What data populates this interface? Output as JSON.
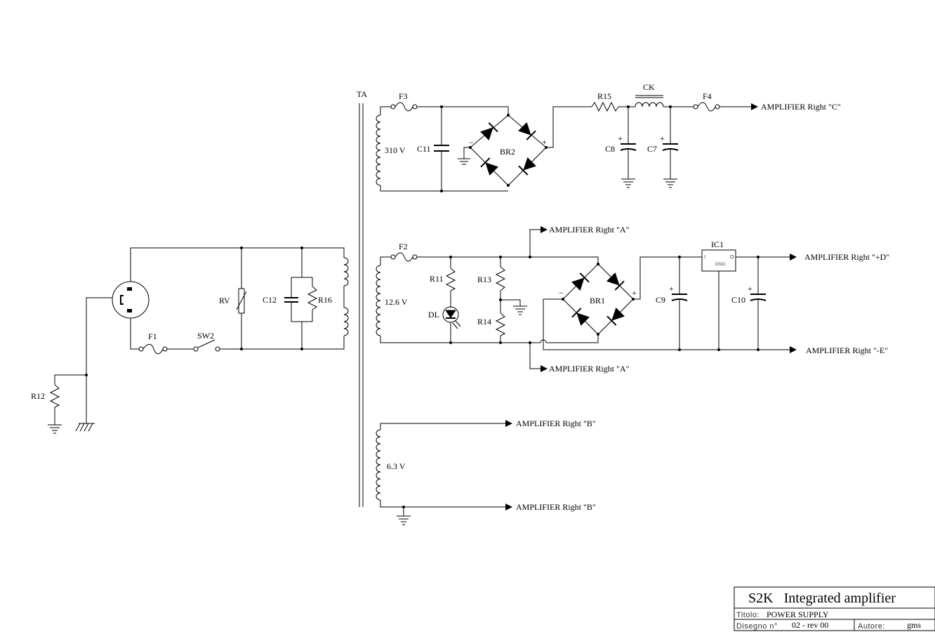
{
  "labels": {
    "TA": "TA",
    "F1": "F1",
    "F2": "F2",
    "F3": "F3",
    "F4": "F4",
    "SW2": "SW2",
    "RV": "RV",
    "C7": "C7",
    "C8": "C8",
    "C9": "C9",
    "C10": "C10",
    "C11": "C11",
    "C12": "C12",
    "R11": "R11",
    "R12": "R12",
    "R13": "R13",
    "R14": "R14",
    "R15": "R15",
    "R16": "R16",
    "CK": "CK",
    "BR1": "BR1",
    "BR2": "BR2",
    "IC1": "IC1",
    "DL": "DL",
    "v310": "310 V",
    "v126": "12.6 V",
    "v63": "6.3 V",
    "ic_in": "I",
    "ic_gnd": "GND",
    "ic_out": "O",
    "plus": "+",
    "minus": "−",
    "outC": "AMPLIFIER Right \"C\"",
    "outA1": "AMPLIFIER Right \"A\"",
    "outD": "AMPLIFIER Right \"+D\"",
    "outE": "AMPLIFIER Right \"-E\"",
    "outA2": "AMPLIFIER Right \"A\"",
    "outB1": "AMPLIFIER Right \"B\"",
    "outB2": "AMPLIFIER Right \"B\""
  },
  "title_block": {
    "project": "S2K   Integrated amplifier",
    "title_label": "Titolo:",
    "title_value": "POWER SUPPLY",
    "drawing_label": "Disegno n°",
    "drawing_value": "02 - rev 00",
    "author_label": "Autore:",
    "author_value": "gms"
  }
}
